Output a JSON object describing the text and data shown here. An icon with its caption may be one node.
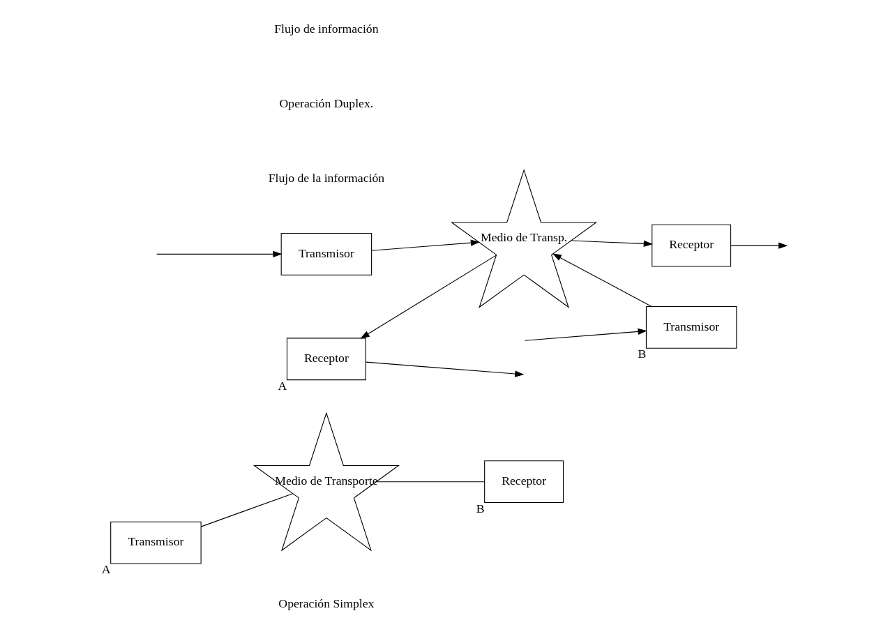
{
  "diagram": {
    "nodes": [
      {
        "text": [
          "Transmisor"
        ],
        "beside": [
          "A"
        ]
      },
      {
        "text": [
          "Medio de Transporte"
        ]
      },
      {
        "text": [
          "Receptor"
        ],
        "beside": [
          "B"
        ]
      },
      {
        "text": [
          "Transmisor"
        ]
      },
      {
        "text": [
          "Receptor"
        ],
        "beside": [
          "A"
        ]
      },
      {
        "text": [
          "Medio de Transp."
        ]
      },
      {
        "text": [
          "Receptor"
        ]
      },
      {
        "text": [
          "Transmisor"
        ],
        "beside": [
          "B"
        ]
      }
    ],
    "edges": [
      {
        "from": 0,
        "to": 1,
        "arrow": "none"
      },
      {
        "from": 1,
        "to": 2,
        "arrow": "none"
      },
      {
        "from": null,
        "to": 3,
        "arrow": "to"
      },
      {
        "from": 3,
        "to": 5,
        "arrow": "to"
      },
      {
        "from": 5,
        "to": 6,
        "arrow": "to"
      },
      {
        "from": 6,
        "to": null,
        "arrow": "to"
      },
      {
        "from": null,
        "to": 7,
        "arrow": "to"
      },
      {
        "from": 7,
        "to": 5,
        "arrow": "to"
      },
      {
        "from": 5,
        "to": 4,
        "arrow": "to"
      },
      {
        "from": 4,
        "to": null,
        "arrow": "to"
      }
    ],
    "labels": [
      "Operación Simplex",
      "Flujo de la información",
      "Operación Duplex.",
      "Flujo de información"
    ]
  }
}
